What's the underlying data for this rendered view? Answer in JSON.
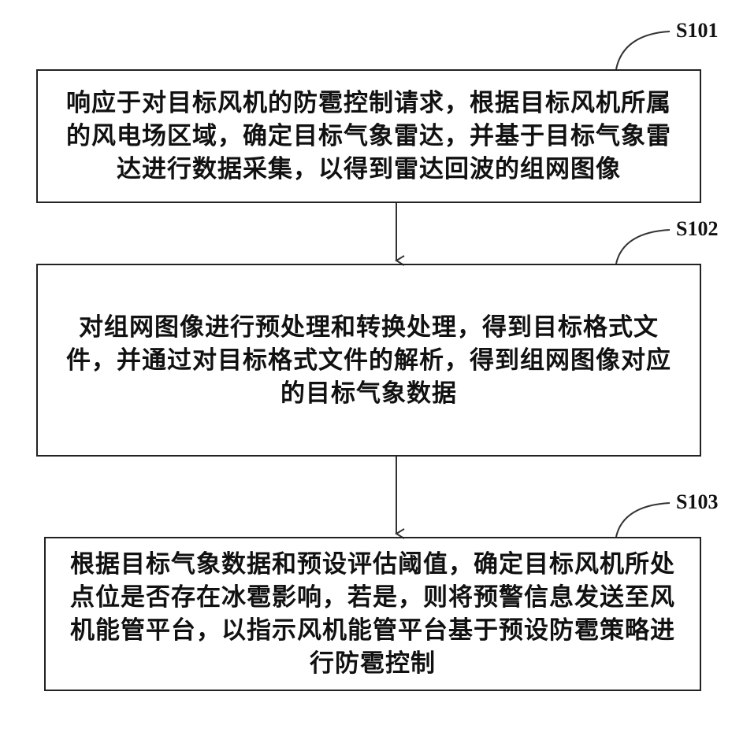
{
  "steps": [
    {
      "label": "S101",
      "text": "响应于对目标风机的防雹控制请求，根据目标风机所属的风电场区域，确定目标气象雷达，并基于目标气象雷达进行数据采集，以得到雷达回波的组网图像"
    },
    {
      "label": "S102",
      "text": "对组网图像进行预处理和转换处理，得到目标格式文件，并通过对目标格式文件的解析，得到组网图像对应的目标气象数据"
    },
    {
      "label": "S103",
      "text": "根据目标气象数据和预设评估阈值，确定目标风机所处点位是否存在冰雹影响，若是，则将预警信息发送至风机能管平台，以指示风机能管平台基于预设防雹策略进行防雹控制"
    }
  ]
}
